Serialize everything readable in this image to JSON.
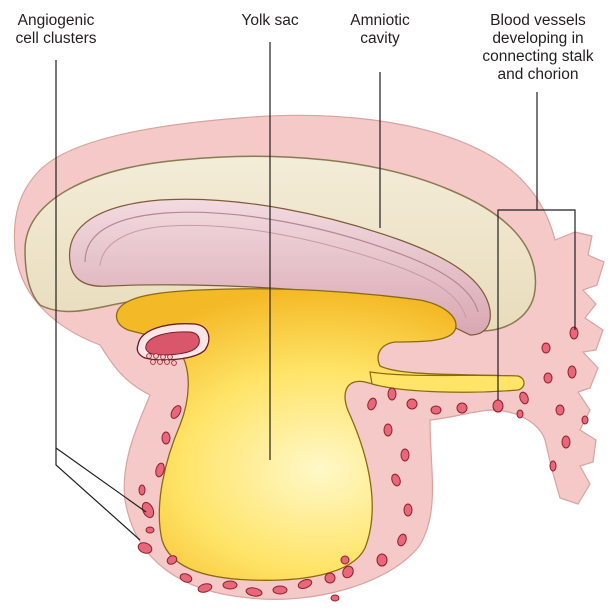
{
  "diagram": {
    "labels": {
      "angiogenic": [
        "Angiogenic",
        "cell clusters"
      ],
      "yolk_sac": [
        "Yolk sac"
      ],
      "amniotic": [
        "Amniotic",
        "cavity"
      ],
      "blood_vessels": [
        "Blood vessels",
        "developing in",
        "connecting stalk",
        "and chorion"
      ]
    },
    "colors": {
      "mesoderm": "#f4c9c7",
      "mesoderm_outline": "#d9a3a0",
      "amnion_fill": "#efe6cf",
      "amnion_outline": "#8a7a52",
      "ectoderm": "#e8c3ca",
      "yolk_center": "#fff8c8",
      "yolk_mid": "#ffe468",
      "yolk_edge": "#f4b926",
      "vessel_fill": "#e8677a",
      "vessel_outline": "#8f1f2c",
      "leader_line": "#231f20"
    }
  }
}
